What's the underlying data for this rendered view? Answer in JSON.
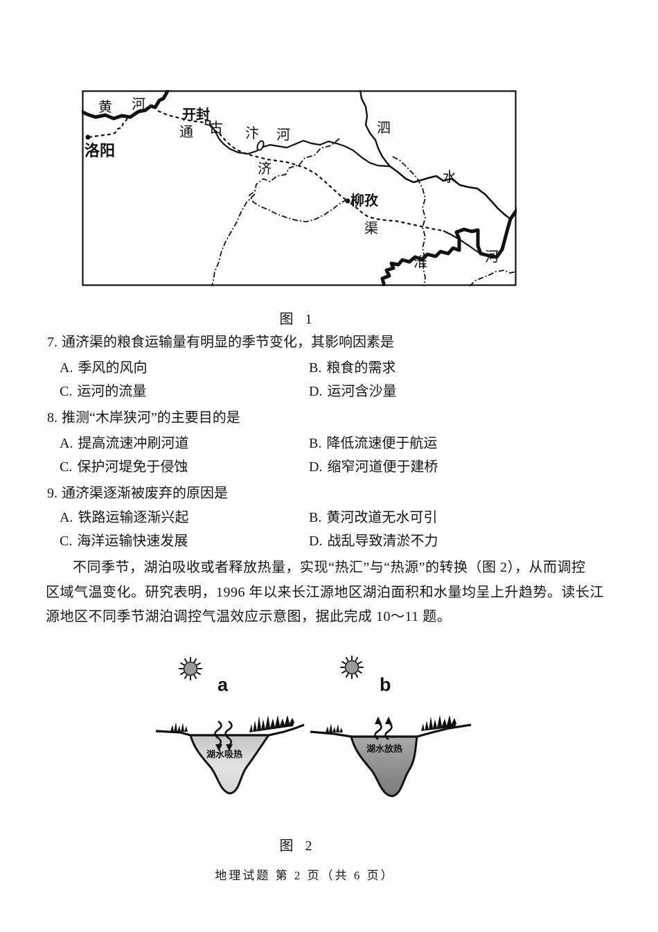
{
  "page": {
    "figure1_caption": "图 1",
    "figure2_caption": "图 2",
    "footer": "地理试题 第 2 页（共 6 页）"
  },
  "map": {
    "labels": {
      "huang": "黄",
      "he1": "河",
      "luoyang": "洛阳",
      "kaifeng": "开封",
      "tong": "通",
      "ji": "济",
      "qu": "渠",
      "gu": "古",
      "bian": "汴",
      "he2": "河",
      "si": "泗",
      "shui": "水",
      "liuzi": "柳孜",
      "huai": "淮",
      "he3": "河"
    }
  },
  "questions": [
    {
      "number": "7.",
      "stem": "通济渠的粮食运输量有明显的季节变化，其影响因素是",
      "options": [
        {
          "key": "A.",
          "text": "季风的风向"
        },
        {
          "key": "B.",
          "text": "粮食的需求"
        },
        {
          "key": "C.",
          "text": "运河的流量"
        },
        {
          "key": "D.",
          "text": "运河含沙量"
        }
      ]
    },
    {
      "number": "8.",
      "stem": "推测“木岸狭河”的主要目的是",
      "options": [
        {
          "key": "A.",
          "text": "提高流速冲刷河道"
        },
        {
          "key": "B.",
          "text": "降低流速便于航运"
        },
        {
          "key": "C.",
          "text": "保护河堤免于侵蚀"
        },
        {
          "key": "D.",
          "text": "缩窄河道便于建桥"
        }
      ]
    },
    {
      "number": "9.",
      "stem": "通济渠逐渐被废弃的原因是",
      "options": [
        {
          "key": "A.",
          "text": "铁路运输逐渐兴起"
        },
        {
          "key": "B.",
          "text": "黄河改道无水可引"
        },
        {
          "key": "C.",
          "text": "海洋运输快速发展"
        },
        {
          "key": "D.",
          "text": "战乱导致清淤不力"
        }
      ]
    }
  ],
  "passage": {
    "lines": [
      "不同季节，湖泊吸收或者释放热量，实现“热汇”与“热源”的转换（图 2），从而调控",
      "区域气温变化。研究表明，1996 年以来长江源地区湖泊面积和水量均呈上升趋势。读长江",
      "源地区不同季节湖泊调控气温效应示意图，据此完成 10～11 题。"
    ]
  },
  "figure2": {
    "sub_a": "a",
    "sub_b": "b",
    "lake_a_label": "湖水吸热",
    "lake_b_label": "湖水放热"
  }
}
